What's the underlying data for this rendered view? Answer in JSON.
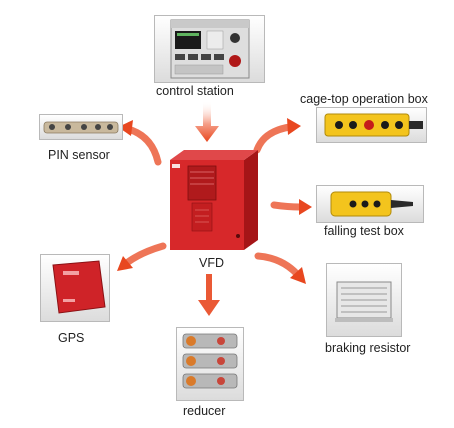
{
  "labels": {
    "control_station": "control station",
    "cage_top_box": "cage-top operation box",
    "pin_sensor": "PIN sensor",
    "falling_test_box": "falling test box",
    "vfd": "VFD",
    "gps": "GPS",
    "braking_resistor": "braking resistor",
    "reducer": "reducer"
  },
  "colors": {
    "arrow": "#e8471f",
    "vfd_red": "#d7282a",
    "vfd_dark": "#a51517",
    "panel_gray": "#d9d9d9",
    "yellow": "#f3c41d"
  },
  "icons": [
    "arrow-icon",
    "vfd-cabinet-icon"
  ]
}
